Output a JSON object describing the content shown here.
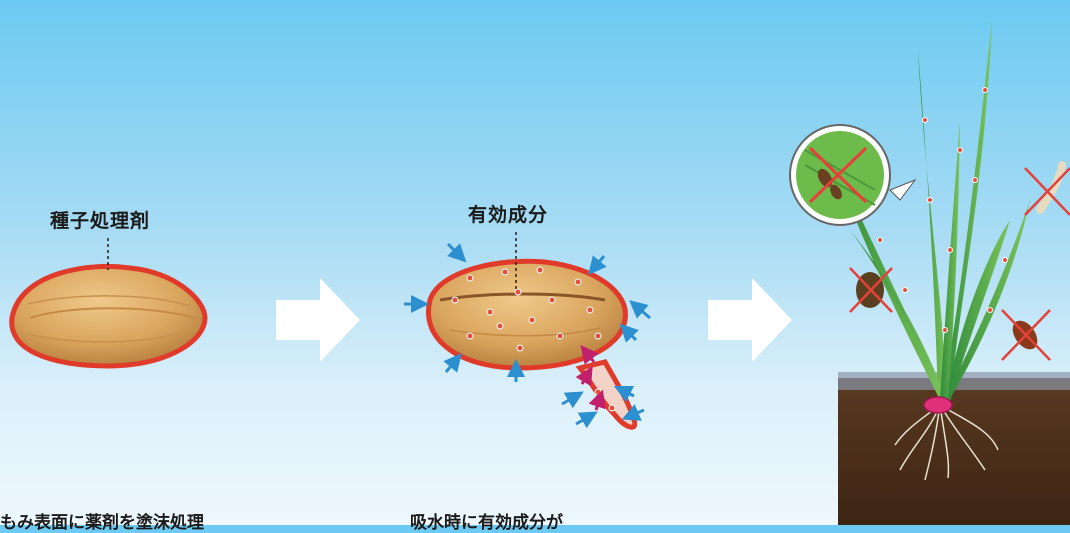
{
  "labels": {
    "seed_treatment": "種子処理剤",
    "active_ingredient": "有効成分"
  },
  "captions": {
    "step1": "もみ表面に薬剤を塗沫処理",
    "step2": "吸水時に有効成分が"
  },
  "colors": {
    "coating": "#e03a2a",
    "seed": "#d9a55e",
    "particle": "#e4503a",
    "water_arrow": "#2b8fd0",
    "uptake_arrow": "#c0206c",
    "cross": "#e5403a",
    "soil": "#4a2e1a"
  }
}
